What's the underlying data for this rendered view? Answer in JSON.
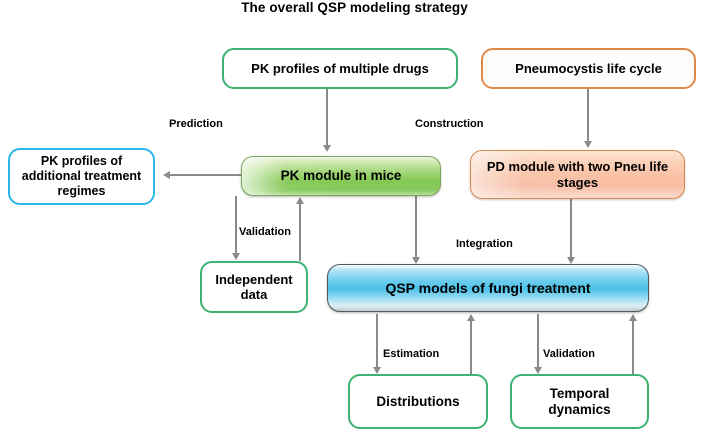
{
  "diagram": {
    "title": "The overall QSP modeling strategy",
    "type": "flowchart",
    "background": "#ffffff",
    "colors": {
      "green_border": "#3cb371",
      "orange_border": "#e08a4a",
      "cyan_border": "#29b6e8",
      "green_fill": "#82c853",
      "peach_fill": "#f9c3a8",
      "blue_fill": "#4cc1e8",
      "arrow": "#8a8a8a",
      "text": "#000000"
    },
    "nodes": [
      {
        "id": "pk-profiles-multiple-drugs",
        "label": "PK profiles of multiple drugs",
        "style": "green-outline"
      },
      {
        "id": "pneumocystis-life-cycle",
        "label": "Pneumocystis life cycle",
        "style": "orange-outline"
      },
      {
        "id": "pk-profiles-additional-treatment-regimes",
        "label": "PK profiles of additional treatment regimes",
        "style": "blue-outline"
      },
      {
        "id": "pk-module-in-mice",
        "label": "PK module in mice",
        "style": "green-fill"
      },
      {
        "id": "pd-module-two-pneu-life-stages",
        "label": "PD module with two Pneu life stages",
        "style": "peach-fill"
      },
      {
        "id": "independent-data",
        "label": "Independent data",
        "style": "green-outline"
      },
      {
        "id": "qsp-models-fungi-treatment",
        "label": "QSP models of fungi treatment",
        "style": "blue-fill"
      },
      {
        "id": "distributions",
        "label": "Distributions",
        "style": "green-outline"
      },
      {
        "id": "temporal-dynamics",
        "label": "Temporal dynamics",
        "style": "green-outline"
      }
    ],
    "edge_labels": [
      {
        "id": "prediction",
        "label": "Prediction"
      },
      {
        "id": "construction",
        "label": "Construction"
      },
      {
        "id": "validation-pk",
        "label": "Validation"
      },
      {
        "id": "integration",
        "label": "Integration"
      },
      {
        "id": "estimation",
        "label": "Estimation"
      },
      {
        "id": "validation-qsp",
        "label": "Validation"
      }
    ],
    "edges": [
      {
        "from": "pk-profiles-multiple-drugs",
        "to": "pk-module-in-mice",
        "label": "",
        "direction": "down"
      },
      {
        "from": "pneumocystis-life-cycle",
        "to": "pd-module-two-pneu-life-stages",
        "label": "Construction",
        "direction": "down"
      },
      {
        "from": "pk-module-in-mice",
        "to": "pk-profiles-additional-treatment-regimes",
        "label": "Prediction",
        "direction": "left"
      },
      {
        "from": "pk-module-in-mice",
        "to": "independent-data",
        "label": "Validation",
        "direction": "both"
      },
      {
        "from": "pk-module-in-mice",
        "to": "qsp-models-fungi-treatment",
        "label": "Integration",
        "direction": "down"
      },
      {
        "from": "pd-module-two-pneu-life-stages",
        "to": "qsp-models-fungi-treatment",
        "label": "Integration",
        "direction": "down"
      },
      {
        "from": "qsp-models-fungi-treatment",
        "to": "distributions",
        "label": "Estimation",
        "direction": "both"
      },
      {
        "from": "qsp-models-fungi-treatment",
        "to": "temporal-dynamics",
        "label": "Validation",
        "direction": "both"
      }
    ]
  }
}
